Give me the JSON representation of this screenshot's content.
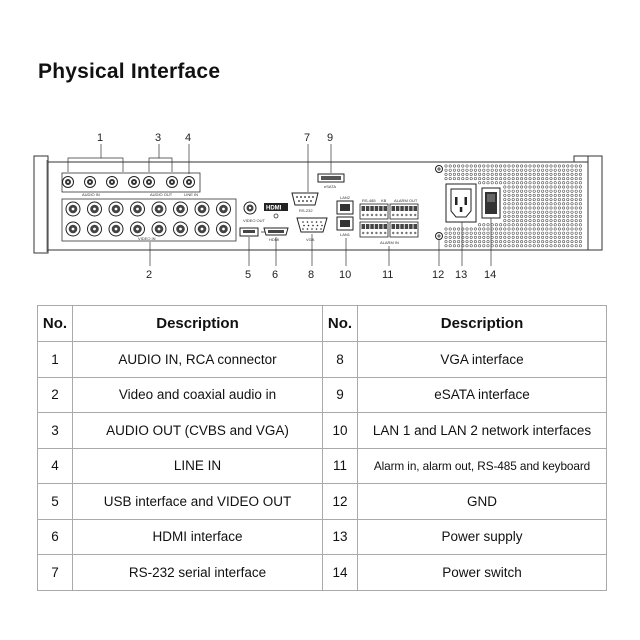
{
  "title": "Physical Interface",
  "callouts": {
    "top": [
      "1",
      "3",
      "4",
      "7",
      "9"
    ],
    "bottom": [
      "2",
      "5",
      "6",
      "8",
      "10",
      "11",
      "12",
      "13",
      "14"
    ]
  },
  "panel_labels": {
    "audio_in": "AUDIO IN",
    "audio_out": "AUDIO OUT",
    "line_in": "LINE IN",
    "video_in": "VIDEO IN",
    "video_out": "VIDEO OUT",
    "hdmi": "HDMI",
    "rs232": "RS-232",
    "vga": "VGA",
    "esata": "eSATA",
    "lan2": "LAN2",
    "lan1": "LAN1",
    "rs485": "RS-485",
    "kb": "KB",
    "alarm_out": "ALARM OUT",
    "alarm_in": "ALARM IN"
  },
  "table": {
    "headers": [
      "No.",
      "Description",
      "No.",
      "Description"
    ],
    "rows": [
      {
        "no_left": "1",
        "desc_left": "AUDIO IN, RCA connector",
        "no_right": "8",
        "desc_right": "VGA interface"
      },
      {
        "no_left": "2",
        "desc_left": "Video and coaxial audio in",
        "no_right": "9",
        "desc_right": "eSATA interface"
      },
      {
        "no_left": "3",
        "desc_left": "AUDIO OUT (CVBS and VGA)",
        "no_right": "10",
        "desc_right": "LAN 1 and LAN 2 network interfaces"
      },
      {
        "no_left": "4",
        "desc_left": "LINE IN",
        "no_right": "11",
        "desc_right": "Alarm in, alarm out, RS-485 and keyboard"
      },
      {
        "no_left": "5",
        "desc_left": "USB interface and VIDEO OUT",
        "no_right": "12",
        "desc_right": "GND"
      },
      {
        "no_left": "6",
        "desc_left": "HDMI interface",
        "no_right": "13",
        "desc_right": "Power supply"
      },
      {
        "no_left": "7",
        "desc_left": "RS-232 serial interface",
        "no_right": "14",
        "desc_right": "Power switch"
      }
    ]
  }
}
